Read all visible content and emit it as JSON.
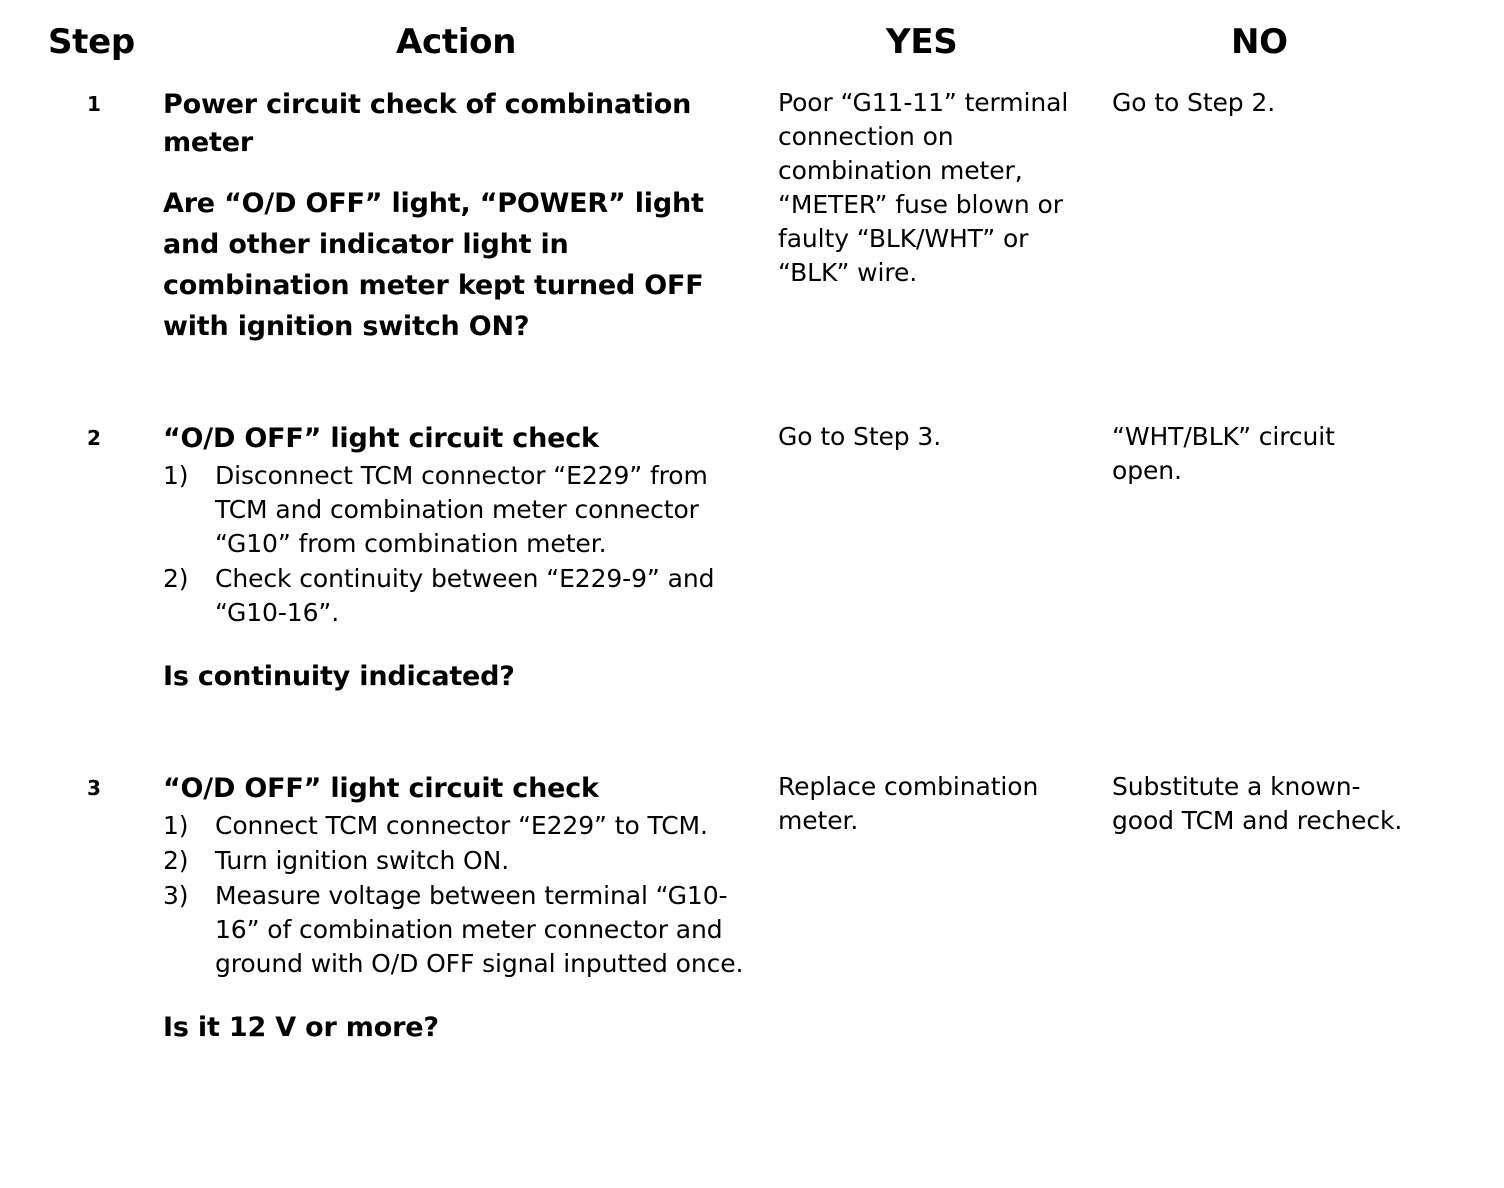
{
  "table": {
    "columns": {
      "step": "Step",
      "action": "Action",
      "yes": "YES",
      "no": "NO"
    },
    "rows": [
      {
        "step": "1",
        "action": {
          "title": "Power circuit check of combination meter",
          "list": [],
          "question": "Are “O/D OFF” light, “POWER” light and other indicator light in combination meter kept turned OFF with ignition switch ON?"
        },
        "yes": "Poor “G11-11” terminal connection on combination meter, “METER” fuse blown or faulty “BLK/WHT” or “BLK” wire.",
        "no": "Go to Step 2."
      },
      {
        "step": "2",
        "action": {
          "title": "“O/D OFF” light circuit check",
          "list": [
            {
              "marker": "1)",
              "text": "Disconnect TCM connector “E229” from TCM and combination meter connector “G10” from combination meter."
            },
            {
              "marker": "2)",
              "text": "Check continuity between “E229-9” and “G10-16”."
            }
          ],
          "question": "Is continuity indicated?"
        },
        "yes": "Go to Step 3.",
        "no": "“WHT/BLK” circuit open."
      },
      {
        "step": "3",
        "action": {
          "title": "“O/D OFF” light circuit check",
          "list": [
            {
              "marker": "1)",
              "text": "Connect TCM connector “E229” to TCM."
            },
            {
              "marker": "2)",
              "text": "Turn ignition switch ON."
            },
            {
              "marker": "3)",
              "text": "Measure voltage between terminal “G10-16” of combination meter connector and ground with O/D OFF signal inputted once."
            }
          ],
          "question": "Is it 12 V or more?"
        },
        "yes": "Replace combination meter.",
        "no": "Substitute a known-good TCM and recheck."
      }
    ]
  },
  "colors": {
    "text": "#000000",
    "background": "#ffffff"
  }
}
